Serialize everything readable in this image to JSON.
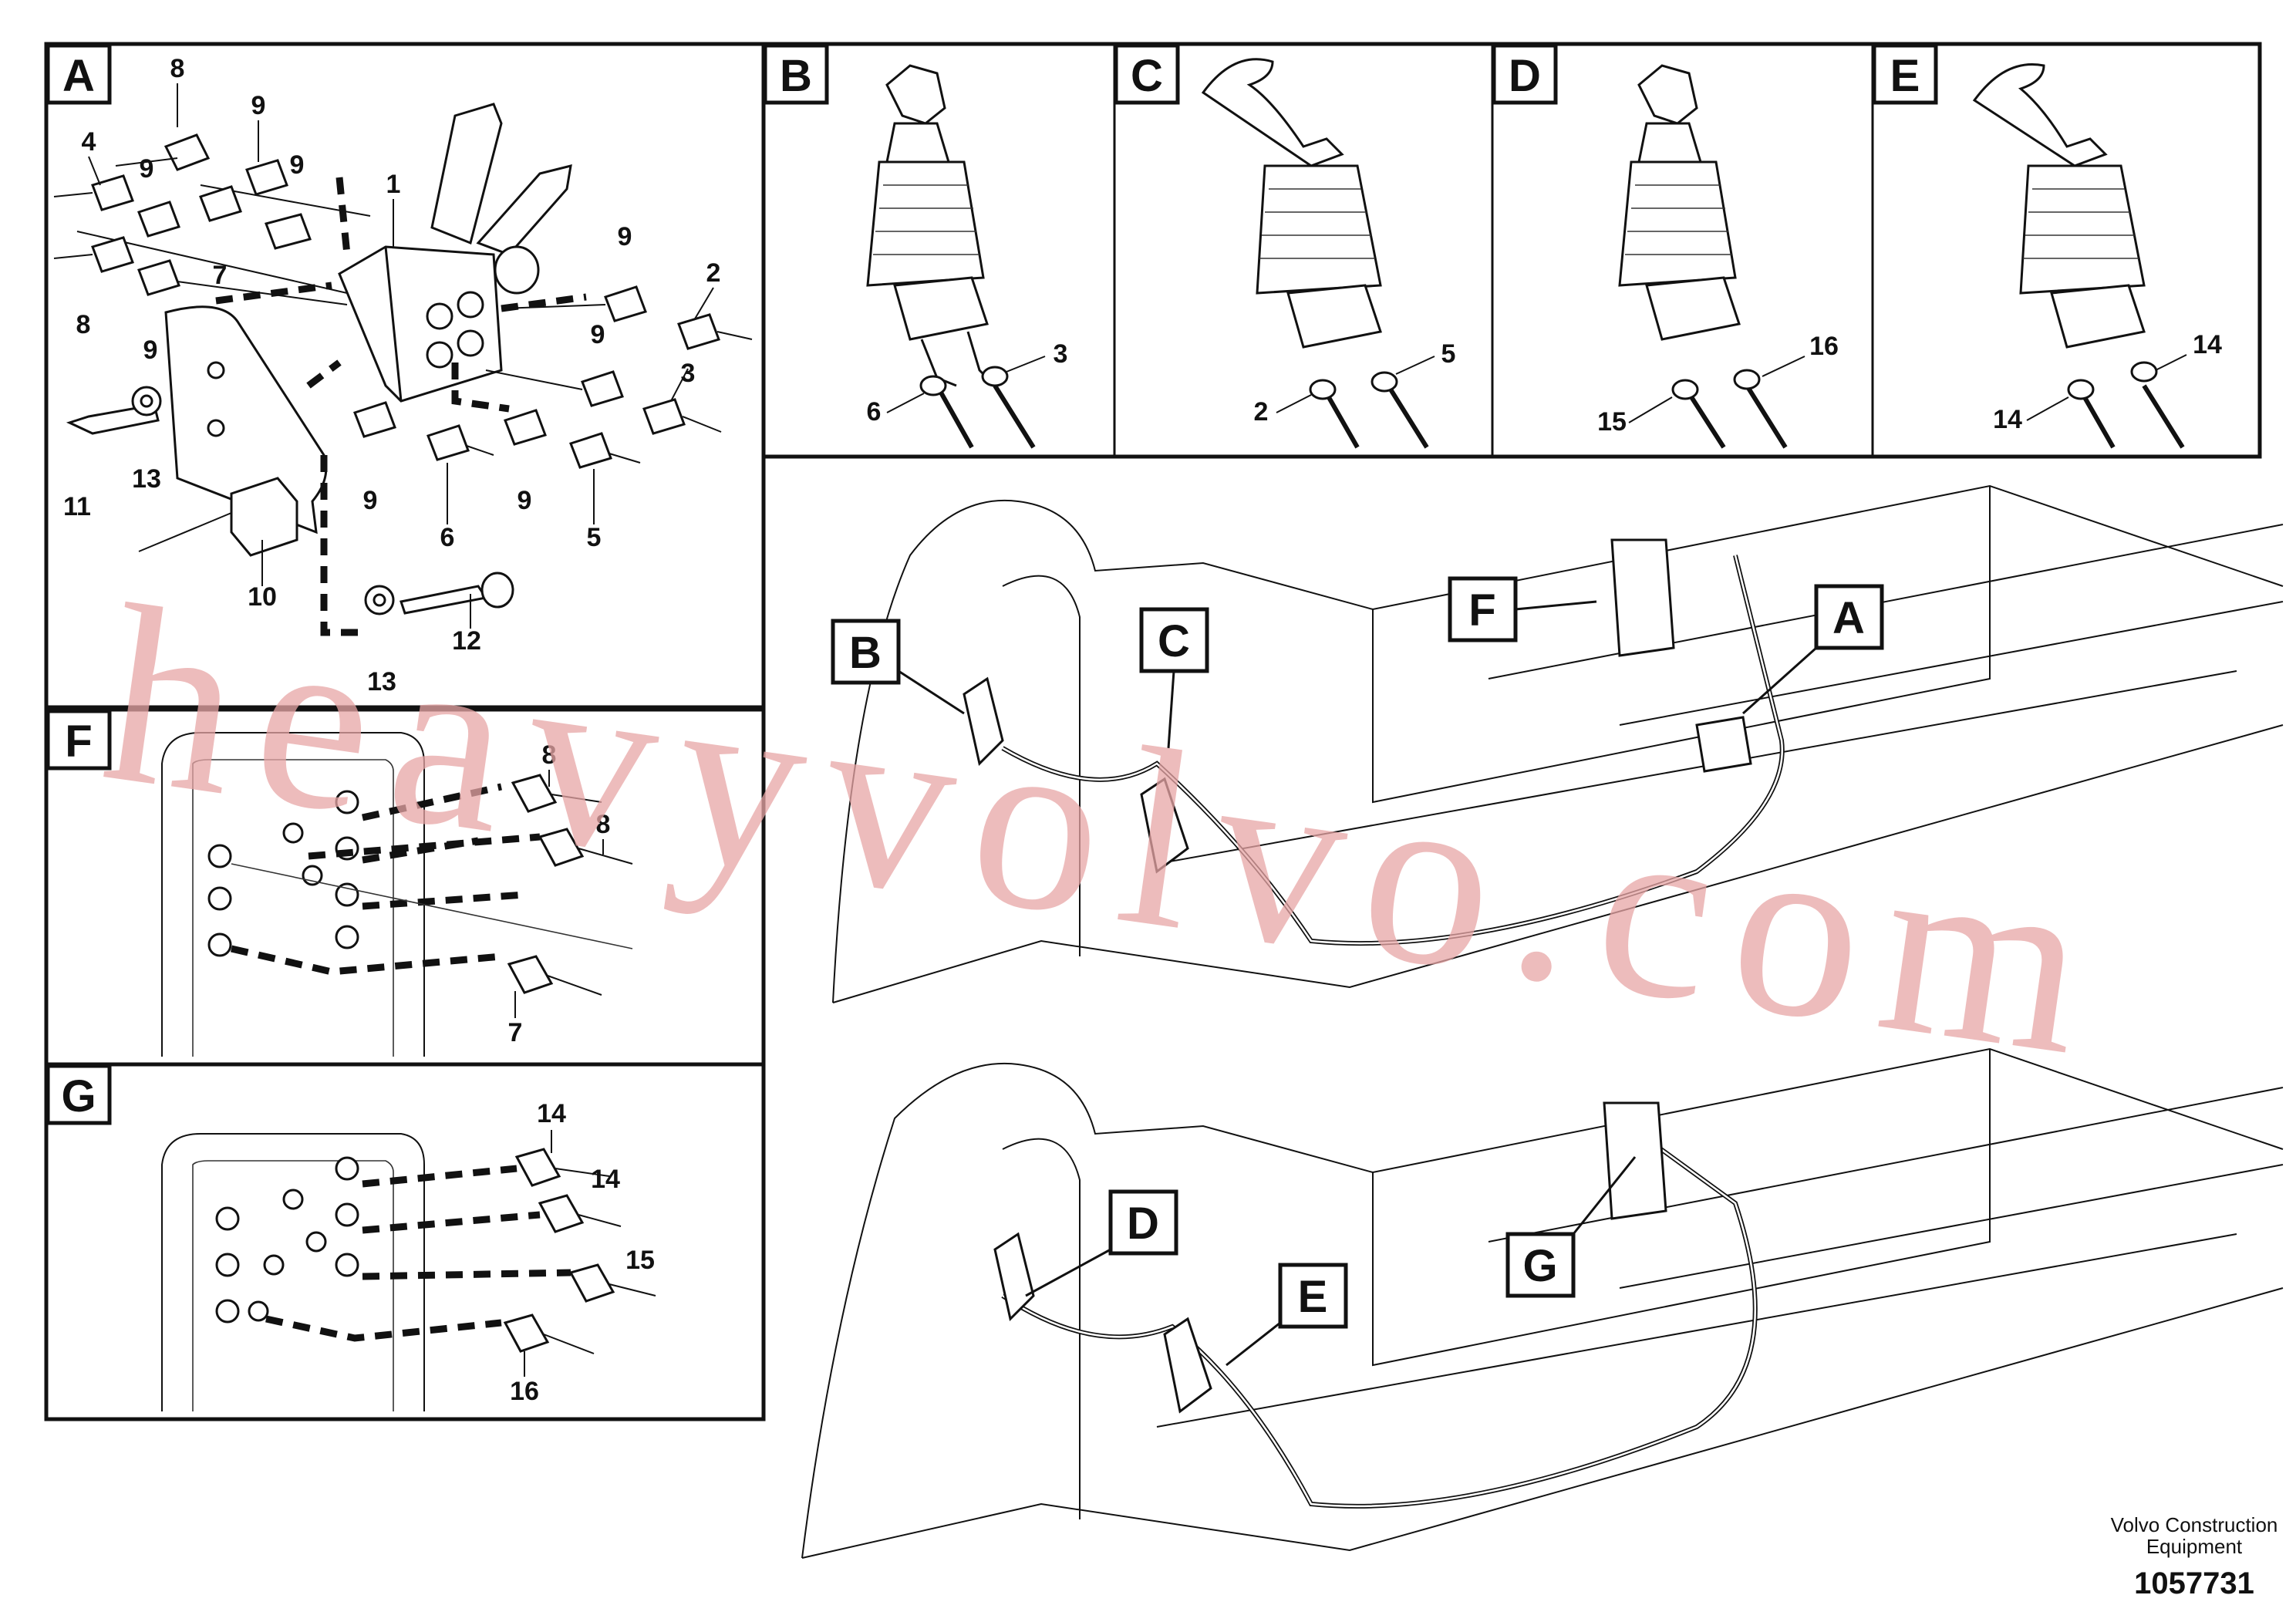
{
  "panels": {
    "A": {
      "label": "A",
      "parts": [
        "8",
        "9",
        "4",
        "9",
        "9",
        "1",
        "7",
        "8",
        "9",
        "9",
        "2",
        "9",
        "3",
        "13",
        "11",
        "9",
        "6",
        "9",
        "5",
        "10",
        "12",
        "13"
      ]
    },
    "B": {
      "label": "B",
      "parts": [
        "3",
        "6"
      ]
    },
    "C": {
      "label": "C",
      "parts": [
        "5",
        "2"
      ]
    },
    "D": {
      "label": "D",
      "parts": [
        "16",
        "15"
      ]
    },
    "E": {
      "label": "E",
      "parts": [
        "14",
        "14"
      ]
    },
    "F": {
      "label": "F",
      "parts": [
        "8",
        "8",
        "7"
      ]
    },
    "G": {
      "label": "G",
      "parts": [
        "14",
        "14",
        "15",
        "16"
      ]
    }
  },
  "callouts": [
    "B",
    "C",
    "F",
    "A",
    "D",
    "E",
    "G"
  ],
  "watermark": "heavyvolvo.com",
  "footer": {
    "brand_line1": "Volvo Construction",
    "brand_line2": "Equipment",
    "doc_number": "1057731"
  },
  "colors": {
    "watermark": "#e8a6a6",
    "line": "#111111"
  }
}
